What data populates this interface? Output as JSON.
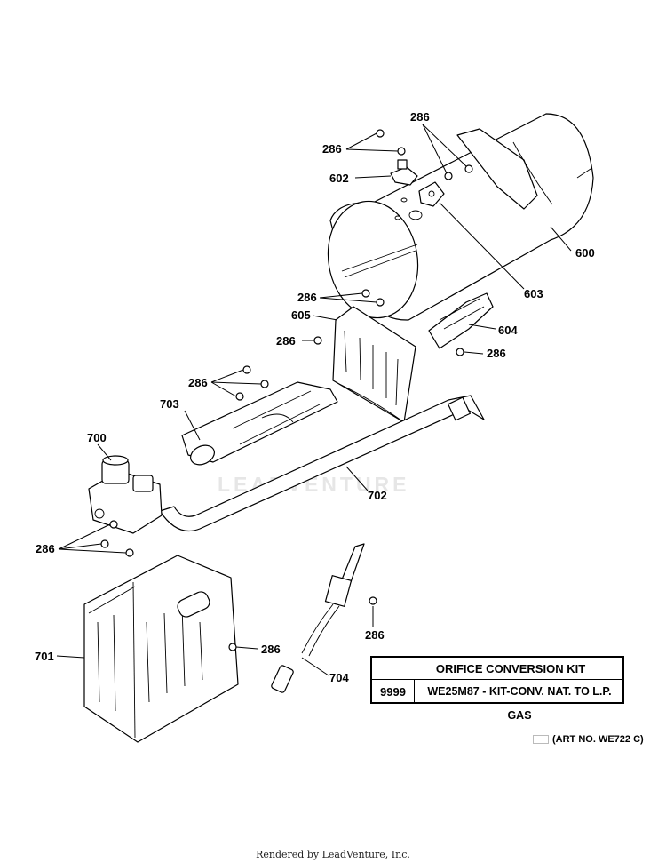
{
  "callouts": {
    "c286_top": "286",
    "c286_top_left": "286",
    "c602": "602",
    "c600": "600",
    "c603": "603",
    "c286_mid": "286",
    "c605": "605",
    "c604": "604",
    "c286_604": "286",
    "c286_605": "286",
    "c286_703": "286",
    "c703": "703",
    "c700": "700",
    "c702": "702",
    "c286_700": "286",
    "c701": "701",
    "c286_701": "286",
    "c704": "704",
    "c286_704": "286"
  },
  "kit": {
    "title": "ORIFICE CONVERSION KIT",
    "number": "9999",
    "description": "WE25M87 - KIT-CONV. NAT. TO L.P. GAS"
  },
  "art_number": "(ART NO. WE722 C)",
  "footer": "Rendered by LeadVenture, Inc.",
  "watermark": "LEADVENTURE"
}
